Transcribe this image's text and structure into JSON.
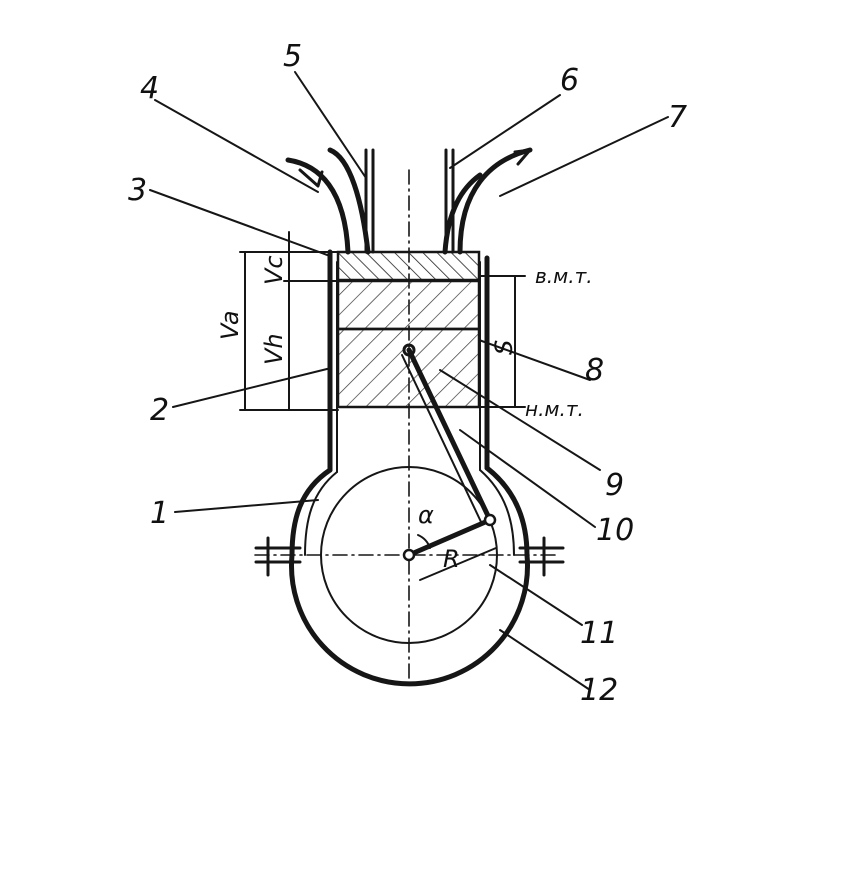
{
  "labels": {
    "n1": "1",
    "n2": "2",
    "n3": "3",
    "n4": "4",
    "n5": "5",
    "n6": "6",
    "n7": "7",
    "n8": "8",
    "n9": "9",
    "n10": "10",
    "n11": "11",
    "n12": "12"
  },
  "symbols": {
    "va": "Va",
    "vh": "Vh",
    "vc": "Vc",
    "s": "S",
    "r": "R",
    "alpha": "α"
  },
  "positions": {
    "tdc": "в.м.т.",
    "bdc": "н.м.т."
  }
}
